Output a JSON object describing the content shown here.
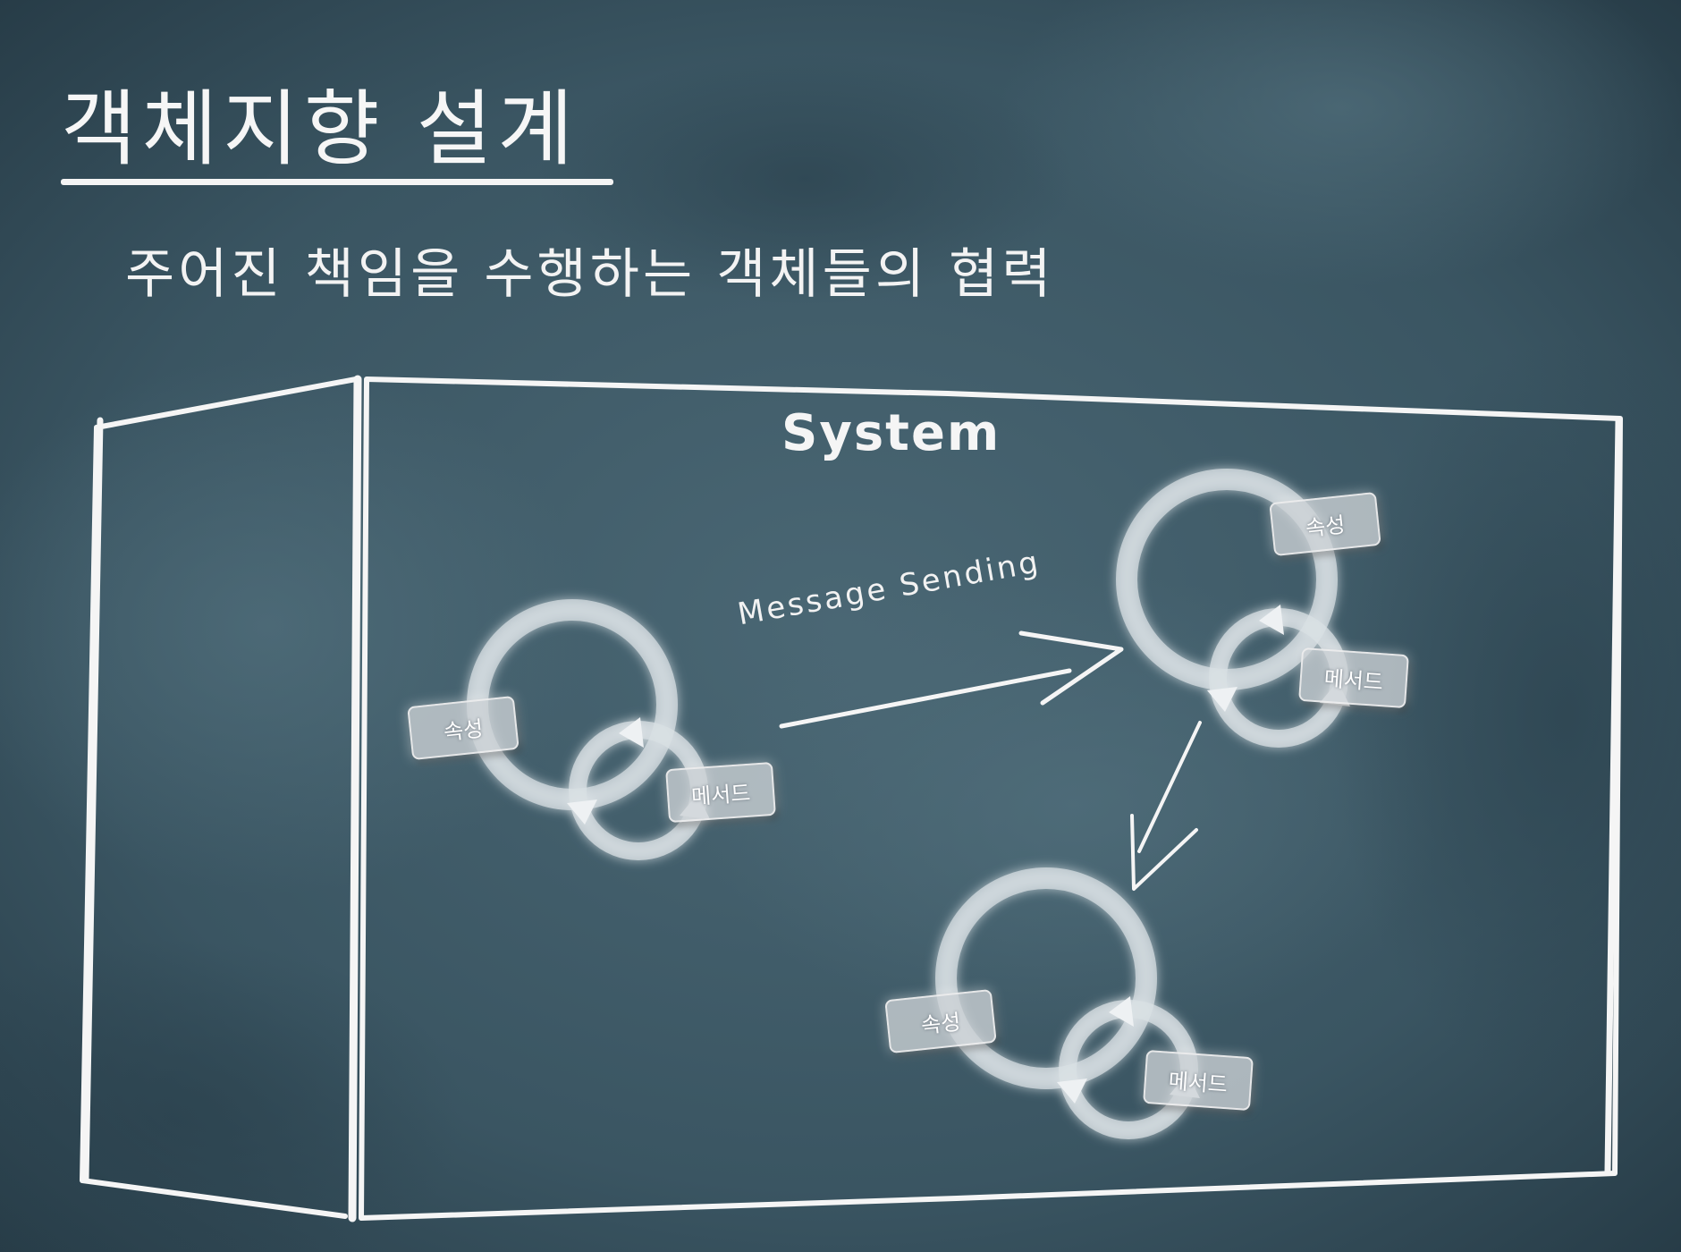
{
  "title": "객체지향 설계",
  "subtitle": "주어진 책임을 수행하는 객체들의 협력",
  "system_label": "System",
  "message_label": "Message Sending",
  "objects": [
    {
      "attribute_label": "속성",
      "method_label": "메서드"
    },
    {
      "attribute_label": "속성",
      "method_label": "메서드"
    },
    {
      "attribute_label": "속성",
      "method_label": "메서드"
    }
  ],
  "colors": {
    "board": "#3d5865",
    "chalk": "#f5f5f5",
    "glow": "#dfe6ea"
  }
}
